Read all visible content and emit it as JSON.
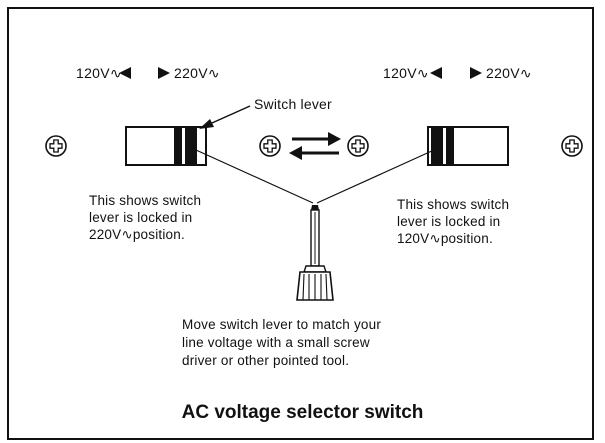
{
  "left_switch": {
    "voltage_left": "120V∿",
    "voltage_right": "220V∿",
    "caption": [
      "This shows switch",
      "lever is locked in",
      "220V∿position."
    ]
  },
  "right_switch": {
    "voltage_left": "120V∿",
    "voltage_right": "220V∿",
    "caption": [
      "This shows switch",
      "lever is locked in",
      "120V∿position."
    ]
  },
  "switch_lever_label": "Switch lever",
  "instruction": [
    "Move switch lever to match your",
    "line voltage with a small screw",
    "driver or other pointed tool."
  ],
  "title": "AC voltage selector switch",
  "icons": [
    "screw-head-icon",
    "left-arrow-icon",
    "right-arrow-icon",
    "screwdriver-icon",
    "exchange-arrows-icon"
  ]
}
